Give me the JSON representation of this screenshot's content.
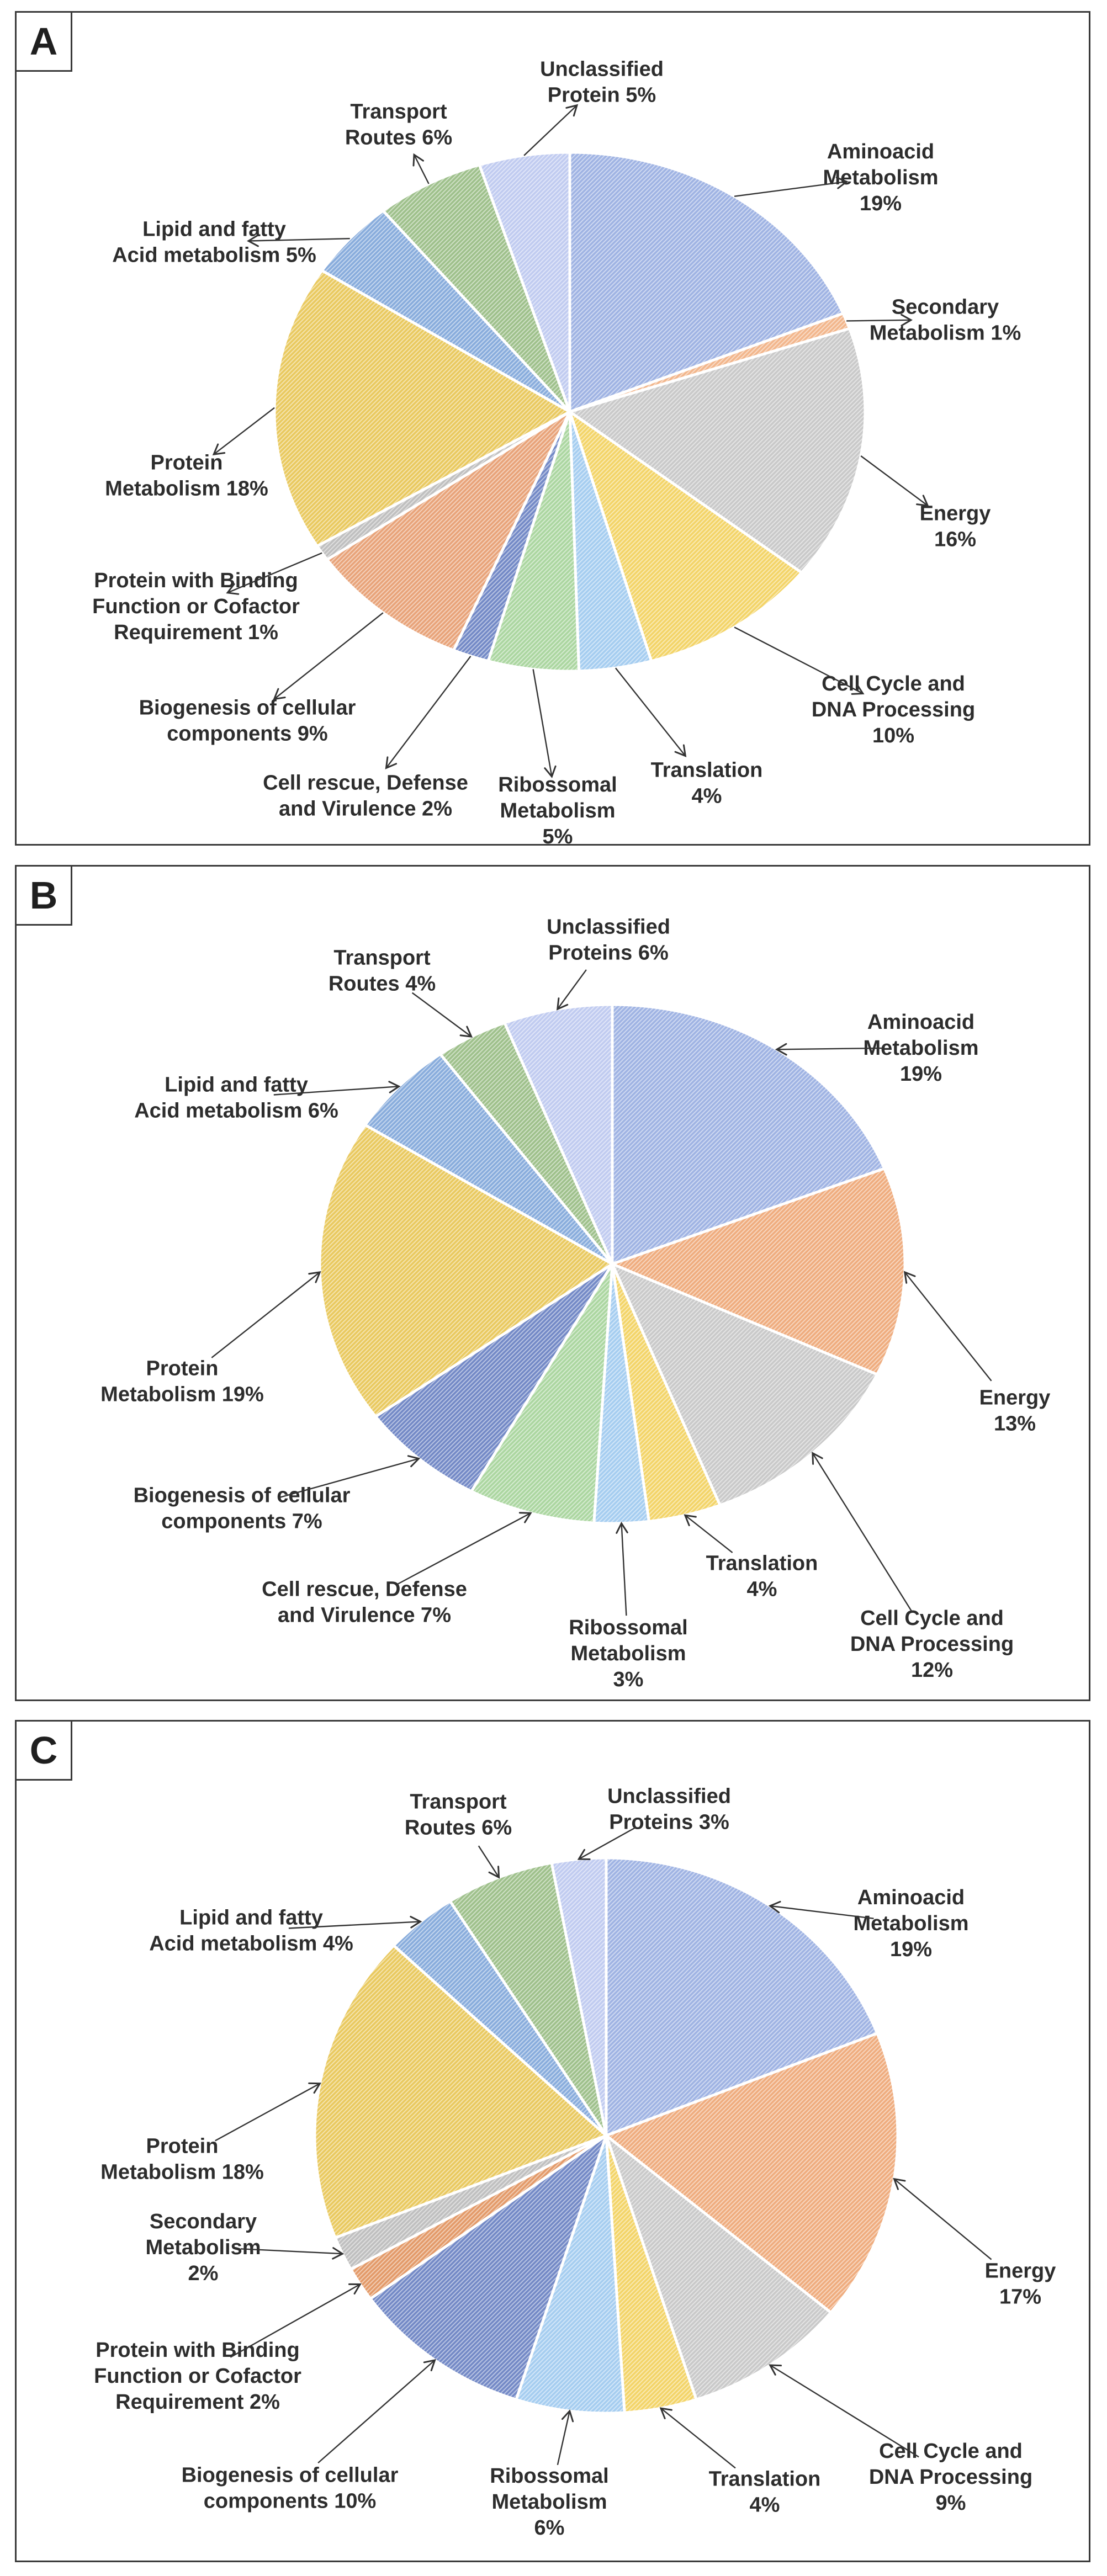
{
  "figure": {
    "panel_letters": [
      "A",
      "B",
      "C"
    ],
    "border_color": "#3a3a3a",
    "text_color": "#2d2d2d",
    "arrow_color": "#333333"
  },
  "chart_data": [
    {
      "type": "pie",
      "title": "A",
      "legend_position": "callout-labels",
      "slices": [
        {
          "label": "Aminoacid Metabolism",
          "value": 19,
          "pct_text": "19%",
          "color": "#9fb3e3",
          "label_lines": [
            "Aminoacid",
            "Metabolism",
            "19%"
          ]
        },
        {
          "label": "Secondary Metabolism",
          "value": 1,
          "pct_text": "1%",
          "color": "#f2b68c",
          "label_lines": [
            "Secondary",
            "Metabolism 1%"
          ]
        },
        {
          "label": "Energy",
          "value": 16,
          "pct_text": "16%",
          "color": "#c9c9c9",
          "label_lines": [
            "Energy",
            "16%"
          ]
        },
        {
          "label": "Cell Cycle and DNA Processing",
          "value": 10,
          "pct_text": "10%",
          "color": "#f3d468",
          "label_lines": [
            "Cell Cycle and",
            "DNA Processing",
            "10%"
          ]
        },
        {
          "label": "Translation",
          "value": 4,
          "pct_text": "4%",
          "color": "#a5cdf0",
          "label_lines": [
            "Translation",
            "4%"
          ]
        },
        {
          "label": "Ribossomal Metabolism",
          "value": 5,
          "pct_text": "5%",
          "color": "#abd6a0",
          "label_lines": [
            "Ribossomal",
            "Metabolism",
            "5%"
          ]
        },
        {
          "label": "Cell rescue, Defense and Virulence",
          "value": 2,
          "pct_text": "2%",
          "color": "#7389c6",
          "label_lines": [
            "Cell rescue, Defense",
            "and Virulence 2%"
          ]
        },
        {
          "label": "Biogenesis of cellular components",
          "value": 9,
          "pct_text": "9%",
          "color": "#e8a379",
          "label_lines": [
            "Biogenesis of cellular",
            "components 9%"
          ]
        },
        {
          "label": "Protein with Binding Function or Cofactor Requirement",
          "value": 1,
          "pct_text": "1%",
          "color": "#bfbfbf",
          "label_lines": [
            "Protein with Binding",
            "Function or Cofactor",
            "Requirement 1%"
          ]
        },
        {
          "label": "Protein Metabolism",
          "value": 18,
          "pct_text": "18%",
          "color": "#e9c95f",
          "label_lines": [
            "Protein",
            "Metabolism 18%"
          ]
        },
        {
          "label": "Lipid and fatty Acid metabolism",
          "value": 5,
          "pct_text": "5%",
          "color": "#88acdc",
          "label_lines": [
            "Lipid and fatty",
            "Acid metabolism 5%"
          ]
        },
        {
          "label": "Transport Routes",
          "value": 6,
          "pct_text": "6%",
          "color": "#9ec08b",
          "label_lines": [
            "Transport",
            "Routes 6%"
          ]
        },
        {
          "label": "Unclassified Protein",
          "value": 5,
          "pct_text": "5%",
          "color": "#c0cbf0",
          "label_lines": [
            "Unclassified",
            "Protein 5%"
          ]
        }
      ]
    },
    {
      "type": "pie",
      "title": "B",
      "legend_position": "callout-labels",
      "slices": [
        {
          "label": "Aminoacid Metabolism",
          "value": 19,
          "pct_text": "19%",
          "color": "#9fb3e3",
          "label_lines": [
            "Aminoacid",
            "Metabolism",
            "19%"
          ]
        },
        {
          "label": "Energy",
          "value": 13,
          "pct_text": "13%",
          "color": "#efac7e",
          "label_lines": [
            "Energy",
            "13%"
          ]
        },
        {
          "label": "Cell Cycle and DNA Processing",
          "value": 12,
          "pct_text": "12%",
          "color": "#c9c9c9",
          "label_lines": [
            "Cell Cycle and",
            "DNA Processing",
            "12%"
          ]
        },
        {
          "label": "Translation",
          "value": 4,
          "pct_text": "4%",
          "color": "#f3d468",
          "label_lines": [
            "Translation",
            "4%"
          ]
        },
        {
          "label": "Ribossomal Metabolism",
          "value": 3,
          "pct_text": "3%",
          "color": "#a5cdf0",
          "label_lines": [
            "Ribossomal",
            "Metabolism",
            "3%"
          ]
        },
        {
          "label": "Cell rescue, Defense and Virulence",
          "value": 7,
          "pct_text": "7%",
          "color": "#abd6a0",
          "label_lines": [
            "Cell rescue, Defense",
            "and Virulence 7%"
          ]
        },
        {
          "label": "Biogenesis of cellular components",
          "value": 7,
          "pct_text": "7%",
          "color": "#7389c6",
          "label_lines": [
            "Biogenesis of cellular",
            "components 7%"
          ]
        },
        {
          "label": "Protein Metabolism",
          "value": 19,
          "pct_text": "19%",
          "color": "#e9c95f",
          "label_lines": [
            "Protein",
            "Metabolism 19%"
          ]
        },
        {
          "label": "Lipid and fatty Acid metabolism",
          "value": 6,
          "pct_text": "6%",
          "color": "#88acdc",
          "label_lines": [
            "Lipid and fatty",
            "Acid metabolism 6%"
          ]
        },
        {
          "label": "Transport Routes",
          "value": 4,
          "pct_text": "4%",
          "color": "#9ec08b",
          "label_lines": [
            "Transport",
            "Routes 4%"
          ]
        },
        {
          "label": "Unclassified Proteins",
          "value": 6,
          "pct_text": "6%",
          "color": "#c0cbf0",
          "label_lines": [
            "Unclassified",
            "Proteins 6%"
          ]
        }
      ]
    },
    {
      "type": "pie",
      "title": "C",
      "legend_position": "callout-labels",
      "slices": [
        {
          "label": "Aminoacid Metabolism",
          "value": 19,
          "pct_text": "19%",
          "color": "#9fb3e3",
          "label_lines": [
            "Aminoacid",
            "Metabolism",
            "19%"
          ]
        },
        {
          "label": "Energy",
          "value": 17,
          "pct_text": "17%",
          "color": "#efac7e",
          "label_lines": [
            "Energy",
            "17%"
          ]
        },
        {
          "label": "Cell Cycle and DNA Processing",
          "value": 9,
          "pct_text": "9%",
          "color": "#c9c9c9",
          "label_lines": [
            "Cell Cycle and",
            "DNA Processing",
            "9%"
          ]
        },
        {
          "label": "Translation",
          "value": 4,
          "pct_text": "4%",
          "color": "#f3d468",
          "label_lines": [
            "Translation",
            "4%"
          ]
        },
        {
          "label": "Ribossomal Metabolism",
          "value": 6,
          "pct_text": "6%",
          "color": "#a5cdf0",
          "label_lines": [
            "Ribossomal",
            "Metabolism",
            "6%"
          ]
        },
        {
          "label": "Biogenesis of cellular components",
          "value": 10,
          "pct_text": "10%",
          "color": "#7389c6",
          "label_lines": [
            "Biogenesis of cellular",
            "components 10%"
          ]
        },
        {
          "label": "Protein with Binding Function or Cofactor Requirement",
          "value": 2,
          "pct_text": "2%",
          "color": "#e39a69",
          "label_lines": [
            "Protein with Binding",
            "Function or Cofactor",
            "Requirement 2%"
          ]
        },
        {
          "label": "Secondary Metabolism",
          "value": 2,
          "pct_text": "2%",
          "color": "#bfbfbf",
          "label_lines": [
            "Secondary",
            "Metabolism",
            "2%"
          ]
        },
        {
          "label": "Protein Metabolism",
          "value": 18,
          "pct_text": "18%",
          "color": "#e9c95f",
          "label_lines": [
            "Protein",
            "Metabolism 18%"
          ]
        },
        {
          "label": "Lipid and fatty Acid metabolism",
          "value": 4,
          "pct_text": "4%",
          "color": "#88acdc",
          "label_lines": [
            "Lipid and fatty",
            "Acid metabolism 4%"
          ]
        },
        {
          "label": "Transport Routes",
          "value": 6,
          "pct_text": "6%",
          "color": "#9ec08b",
          "label_lines": [
            "Transport",
            "Routes 6%"
          ]
        },
        {
          "label": "Unclassified Proteins",
          "value": 3,
          "pct_text": "3%",
          "color": "#c0cbf0",
          "label_lines": [
            "Unclassified",
            "Proteins 3%"
          ]
        }
      ]
    }
  ]
}
